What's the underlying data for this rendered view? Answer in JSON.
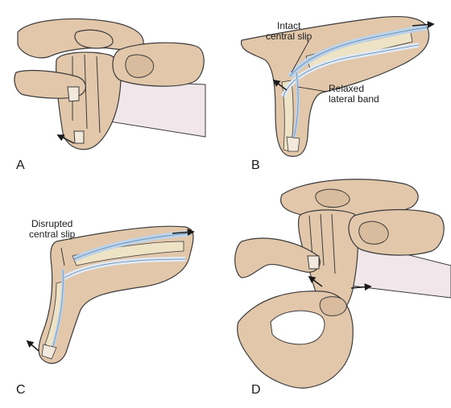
{
  "panels": [
    {
      "letter": "A"
    },
    {
      "letter": "B",
      "annotations": [
        {
          "lines": [
            "Intact",
            "central slip"
          ]
        },
        {
          "lines": [
            "Relaxed",
            "lateral band"
          ]
        }
      ]
    },
    {
      "letter": "C",
      "annotations": [
        {
          "lines": [
            "Disrupted",
            "central slip"
          ]
        }
      ]
    },
    {
      "letter": "D"
    }
  ],
  "colors": {
    "skin": "#e2c7ab",
    "skin_shadow": "#c9a789",
    "outline": "#3b3b3b",
    "tendon": "#bcd3ea",
    "tendon_light": "#dfeaf5",
    "bone": "#efe3c6",
    "sleeve": "#f1e6ea",
    "background": "#ffffff"
  }
}
